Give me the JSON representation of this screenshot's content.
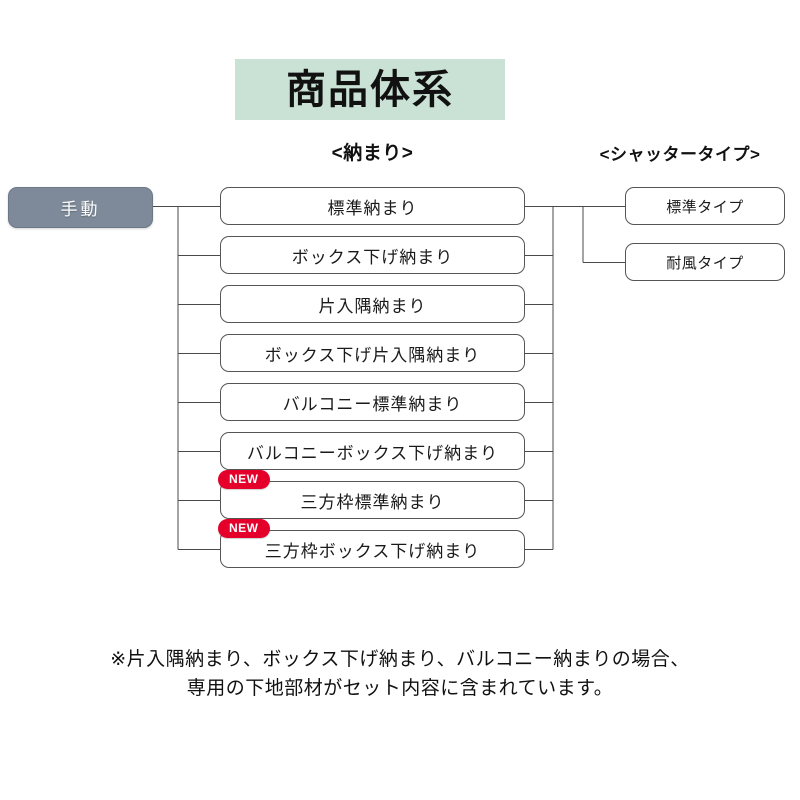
{
  "title": {
    "text": "商品体系",
    "banner_color": "#c9e2d5"
  },
  "headers": {
    "osamari": "<納まり>",
    "shutter": "<シャッタータイプ>"
  },
  "root": {
    "label": "手動",
    "color": "#7e8a99",
    "text_color": "#ffffff"
  },
  "osamari_items": [
    {
      "label": "標準納まり",
      "badge": null
    },
    {
      "label": "ボックス下げ納まり",
      "badge": null
    },
    {
      "label": "片入隅納まり",
      "badge": null
    },
    {
      "label": "ボックス下げ片入隅納まり",
      "badge": null
    },
    {
      "label": "バルコニー標準納まり",
      "badge": null
    },
    {
      "label": "バルコニーボックス下げ納まり",
      "badge": null
    },
    {
      "label": "三方枠標準納まり",
      "badge": "NEW"
    },
    {
      "label": "三方枠ボックス下げ納まり",
      "badge": "NEW"
    }
  ],
  "shutter_items": [
    {
      "label": "標準タイプ"
    },
    {
      "label": "耐風タイプ"
    }
  ],
  "badge": {
    "text": "NEW",
    "color": "#e4002b",
    "text_color": "#ffffff"
  },
  "footer": {
    "line1": "※片入隅納まり、ボックス下げ納まり、バルコニー納まりの場合、",
    "line2": "専用の下地部材がセット内容に含まれています。"
  }
}
